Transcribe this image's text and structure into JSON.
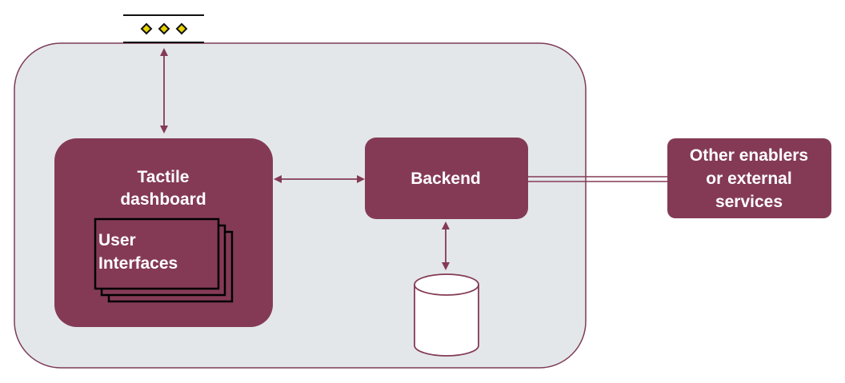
{
  "colors": {
    "container_fill": "#e3e7ea",
    "container_stroke": "#7d3b57",
    "box_fill": "#843a55",
    "arrow": "#843a55",
    "text": "#ffffff",
    "db_stroke": "#843a55",
    "db_fill": "#ffffff",
    "device_line": "#111111",
    "device_dots": "#e6d200"
  },
  "nodes": {
    "dashboard": {
      "line1": "Tactile",
      "line2": "dashboard"
    },
    "user_interfaces": {
      "line1": "User",
      "line2": "Interfaces"
    },
    "backend": {
      "label": "Backend"
    },
    "external": {
      "line1": "Other enablers",
      "line2": "or external",
      "line3": "services"
    },
    "database": {
      "icon": "database-icon"
    },
    "device": {
      "icon": "hardware-device-icon"
    }
  }
}
